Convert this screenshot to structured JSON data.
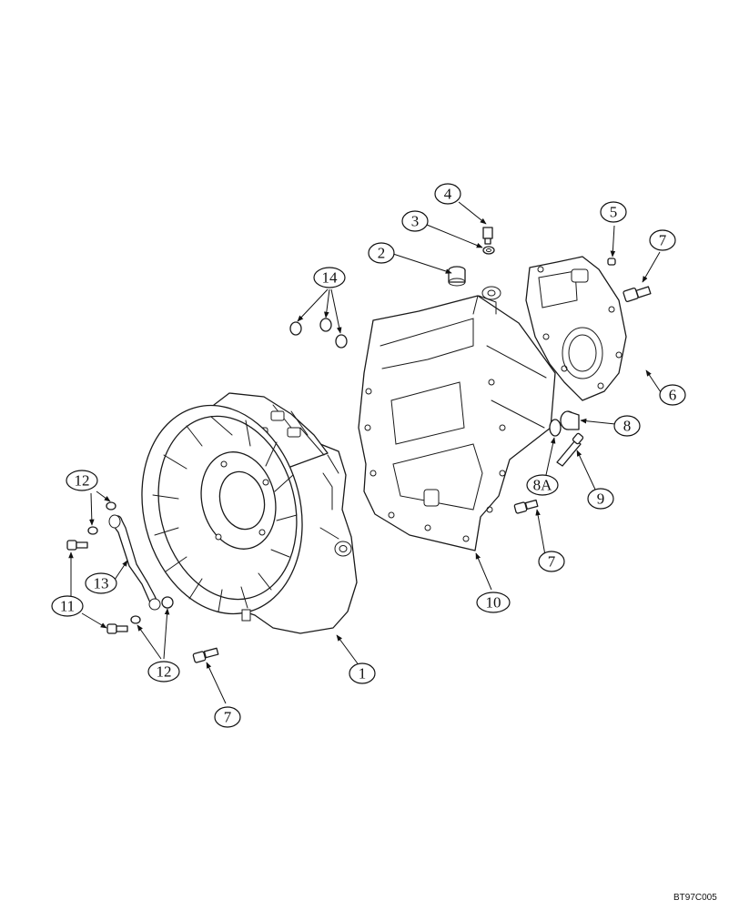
{
  "drawing_code": "BT97C005",
  "callouts": [
    {
      "id": "c1",
      "label": "1"
    },
    {
      "id": "c2",
      "label": "2"
    },
    {
      "id": "c3",
      "label": "3"
    },
    {
      "id": "c4",
      "label": "4"
    },
    {
      "id": "c5",
      "label": "5"
    },
    {
      "id": "c6",
      "label": "6"
    },
    {
      "id": "c7a",
      "label": "7"
    },
    {
      "id": "c7b",
      "label": "7"
    },
    {
      "id": "c7c",
      "label": "7"
    },
    {
      "id": "c8",
      "label": "8"
    },
    {
      "id": "c8a",
      "label": "8A"
    },
    {
      "id": "c9",
      "label": "9"
    },
    {
      "id": "c10",
      "label": "10"
    },
    {
      "id": "c11",
      "label": "11"
    },
    {
      "id": "c12a",
      "label": "12"
    },
    {
      "id": "c12b",
      "label": "12"
    },
    {
      "id": "c13",
      "label": "13"
    },
    {
      "id": "c14",
      "label": "14"
    }
  ],
  "colors": {
    "line": "#1a1a1a",
    "background": "#ffffff"
  }
}
